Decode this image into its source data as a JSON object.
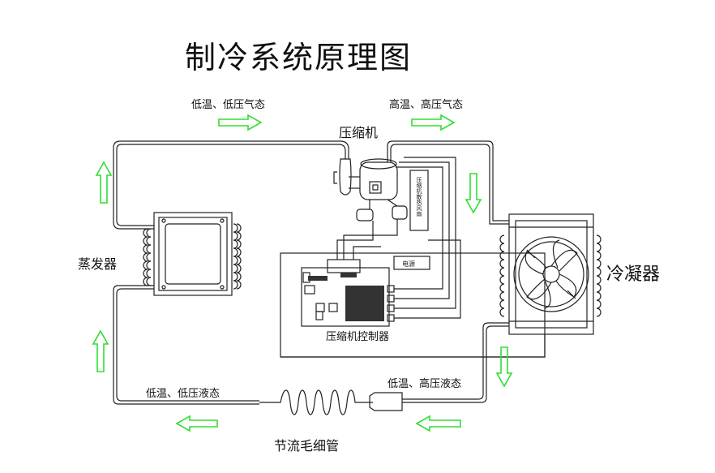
{
  "title": "制冷系统原理图",
  "components": {
    "compressor": "压缩机",
    "evaporator": "蒸发器",
    "condenser": "冷凝器",
    "capillary": "节流毛细管",
    "controller": "压缩机控制器",
    "fan_box_text": "压缩机散热风扇",
    "power_label": "电源"
  },
  "states": {
    "top_left": "低温、低压气态",
    "top_right": "高温、高压气态",
    "bottom_left": "低温、低压液态",
    "bottom_right": "低温、高压液态"
  },
  "colors": {
    "line": "#222222",
    "arrow": "#33dd33",
    "fill_dark": "#333333"
  }
}
